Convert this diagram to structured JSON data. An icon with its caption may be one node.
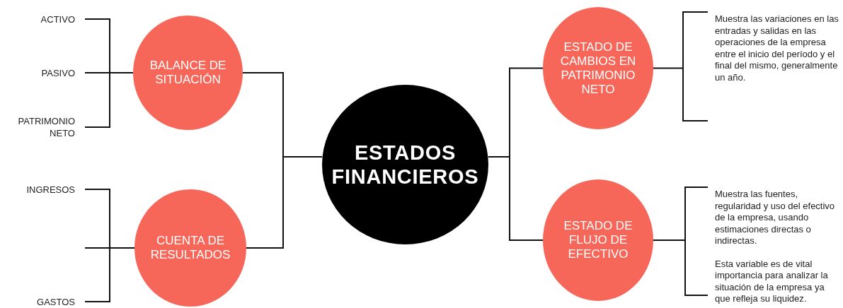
{
  "diagram": {
    "nodes": [
      {
        "text": [
          "ESTADOS FINANCIEROS"
        ]
      },
      {
        "text": [
          "BALANCE DE SITUACIÓN"
        ]
      },
      {
        "text": [
          "ACTIVO"
        ]
      },
      {
        "text": [
          "PASIVO"
        ]
      },
      {
        "text": [
          "PATRIMONIO NETO"
        ]
      },
      {
        "text": [
          "CUENTA DE RESULTADOS"
        ]
      },
      {
        "text": [
          "INGRESOS"
        ]
      },
      {
        "text": [
          "GASTOS"
        ]
      },
      {
        "text": [
          "ESTADO DE CAMBIOS EN PATRIMONIO NETO"
        ]
      },
      {
        "text": [
          "Muestra las variaciones en las entradas y salidas en las operaciones de la empresa entre el inicio del período y el final del mismo, generalmente un año."
        ]
      },
      {
        "text": [
          "ESTADO DE FLUJO DE EFECTIVO"
        ]
      },
      {
        "text": [
          "Muestra las fuentes, regularidad y uso del efectivo de la empresa, usando estimaciones directas o indirectas.",
          "Esta variable es de vital importancia para analizar la situación de la empresa ya que refleja su liquidez."
        ]
      }
    ],
    "edges": [
      {
        "from": 0,
        "to": 1,
        "arrow": "none"
      },
      {
        "from": 0,
        "to": 5,
        "arrow": "none"
      },
      {
        "from": 0,
        "to": 8,
        "arrow": "none"
      },
      {
        "from": 0,
        "to": 10,
        "arrow": "none"
      },
      {
        "from": 1,
        "to": 2,
        "arrow": "none"
      },
      {
        "from": 1,
        "to": 3,
        "arrow": "none"
      },
      {
        "from": 1,
        "to": 4,
        "arrow": "none"
      },
      {
        "from": 5,
        "to": 6,
        "arrow": "none"
      },
      {
        "from": 5,
        "to": null,
        "arrow": "none"
      },
      {
        "from": 5,
        "to": 7,
        "arrow": "none"
      },
      {
        "from": 8,
        "to": 9,
        "arrow": "none"
      },
      {
        "from": 10,
        "to": 11,
        "arrow": "none"
      }
    ]
  }
}
